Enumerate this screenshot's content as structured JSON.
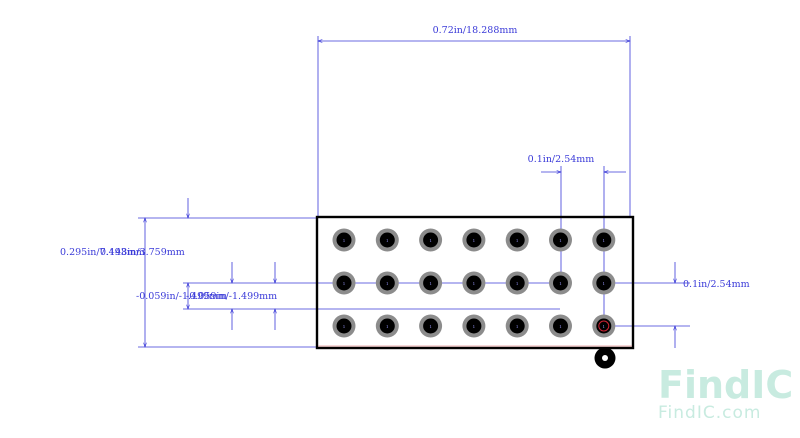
{
  "dimensions": {
    "overall_width": "0.72in/18.288mm",
    "pitch_horizontal": "0.1in/2.54mm",
    "pitch_vertical": "0.1in/2.54mm",
    "overall_height": "0.295in/7.493mm",
    "offset_top": "0.148in/3.759mm",
    "offset_left_a": "-0.059in/-1.499mm",
    "offset_left_b": "-0.059in/-1.499mm"
  },
  "footprint": {
    "rows": 3,
    "columns": 7,
    "pad_label": "1"
  },
  "watermark": {
    "brand": "FindIC",
    "url": "FindIC.com"
  },
  "colors": {
    "dimension": "#3a3ad8",
    "outline": "#000000",
    "pad_ring": "#8c8c8c",
    "pad_hole": "#000000",
    "pin1_marker": "#cc2233",
    "watermark": "#c8ebe0"
  }
}
